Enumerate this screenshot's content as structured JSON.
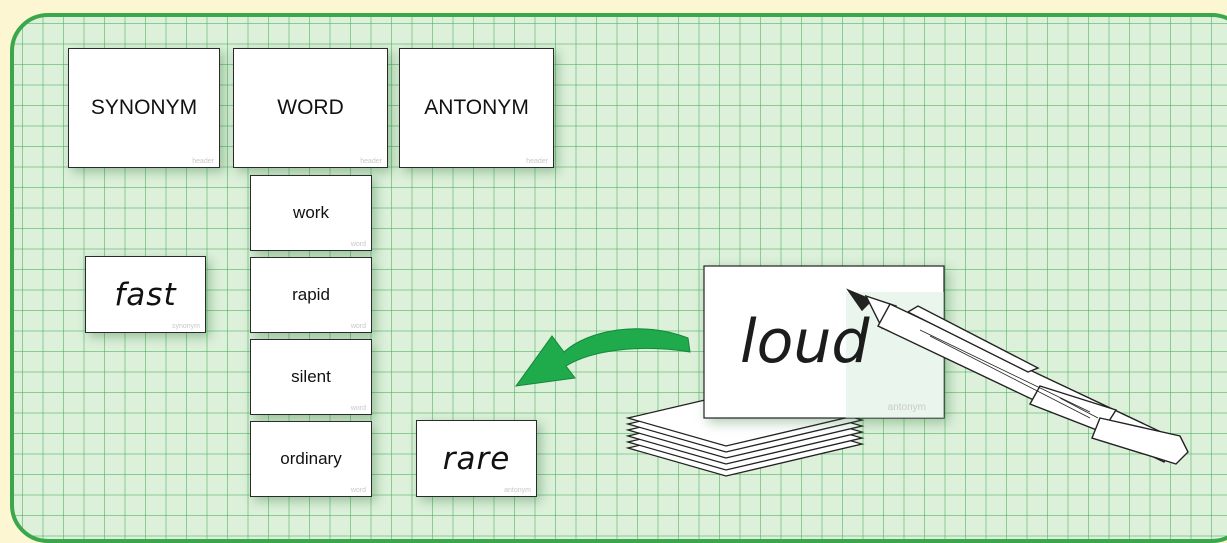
{
  "headers": [
    {
      "label": "SYNONYM",
      "tag": "header"
    },
    {
      "label": "WORD",
      "tag": "header"
    },
    {
      "label": "ANTONYM",
      "tag": "header"
    }
  ],
  "words": [
    {
      "label": "work",
      "tag": "word"
    },
    {
      "label": "rapid",
      "tag": "word"
    },
    {
      "label": "silent",
      "tag": "word"
    },
    {
      "label": "ordinary",
      "tag": "word"
    }
  ],
  "synonym_card": {
    "label": "fast",
    "tag": "synonym"
  },
  "antonym_card": {
    "label": "rare",
    "tag": "antonym"
  },
  "writing_card": {
    "label": "loud",
    "tag": "antonym"
  },
  "colors": {
    "board_border": "#3aa84a",
    "grid_line": "#46af5a",
    "board_fill": "#dcf0da",
    "arrow": "#1faa4b",
    "background": "#fdf6d3"
  }
}
